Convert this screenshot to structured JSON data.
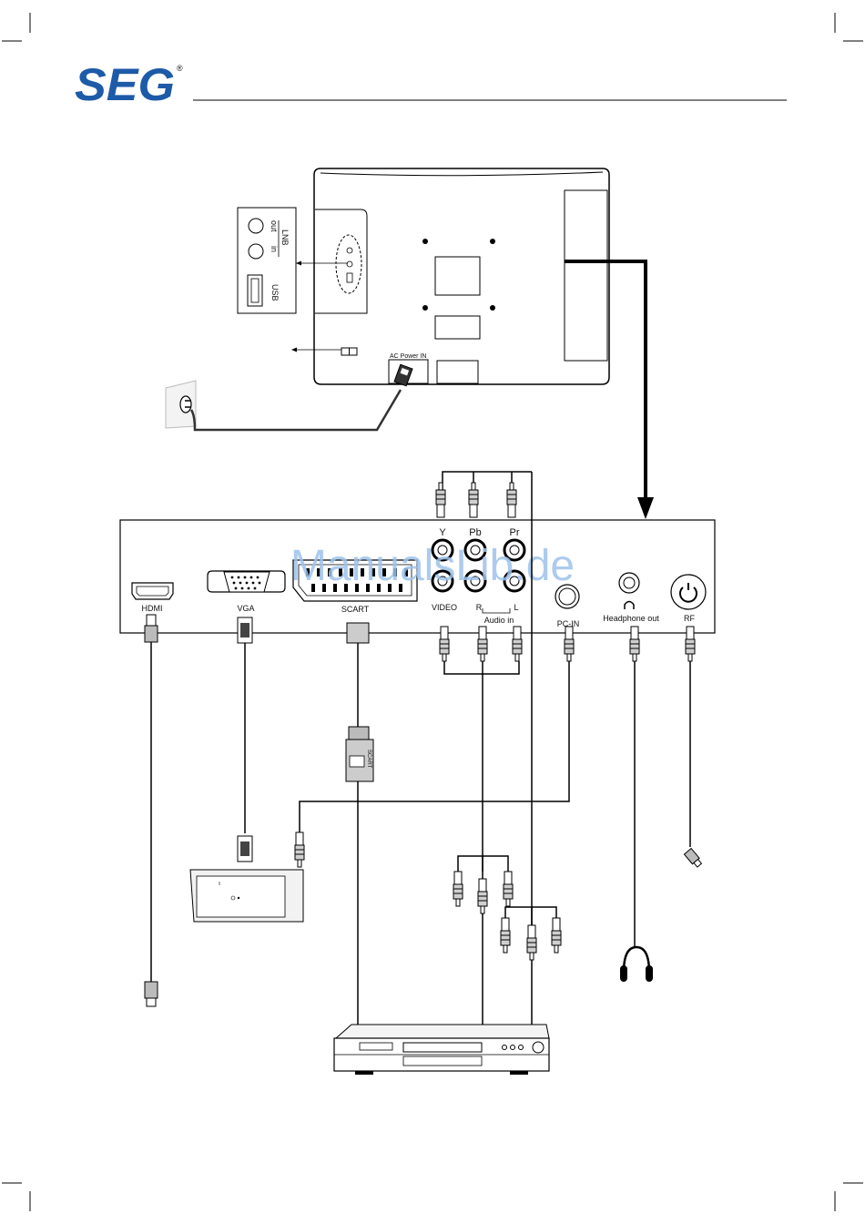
{
  "brand": {
    "logo_text": "SEG",
    "registered_mark": "®"
  },
  "watermark": {
    "text": "ManualsLib.de"
  },
  "tv_back": {
    "side_panel_labels": {
      "lnb_title": "LNB",
      "lnb_out": "out",
      "lnb_in": "in",
      "usb": "USB"
    },
    "ac_power_label": "AC Power IN"
  },
  "connector_panel": {
    "ports": {
      "hdmi": "HDMI",
      "vga": "VGA",
      "scart": "SCART",
      "y": "Y",
      "pb": "Pb",
      "pr": "Pr",
      "video": "VIDEO",
      "audio_r": "R",
      "audio_l": "L",
      "audio_in": "Audio in",
      "pc_in": "PC-IN",
      "headphone_out": "Headphone out",
      "rf": "RF"
    }
  },
  "scart_plug_label": "SCART",
  "colors": {
    "line": "#000000",
    "panel": "#ffffff",
    "watermark": "#9ec3ec",
    "logo": "#1d5aa8"
  }
}
